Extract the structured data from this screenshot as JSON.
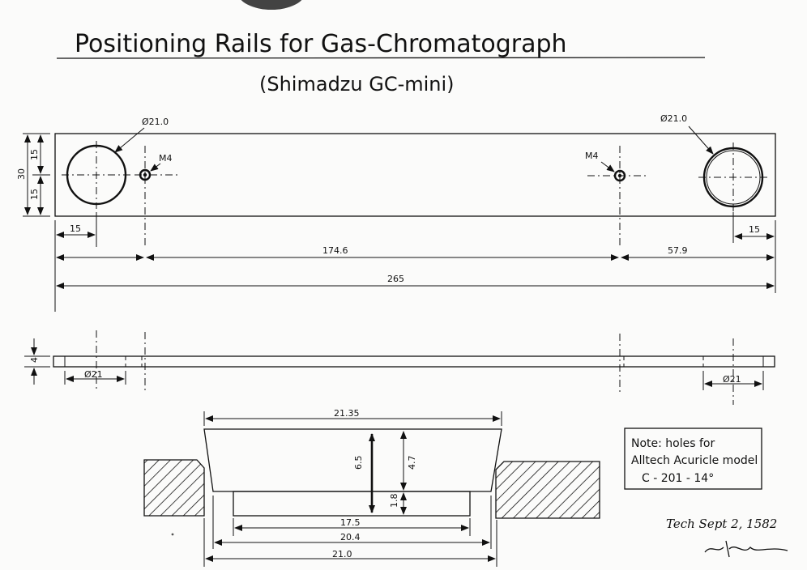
{
  "title": "Positioning Rails for Gas-Chromatograph",
  "subtitle": "(Shimadzu GC-mini)",
  "top_view": {
    "hole_left_dia": "Ø21.0",
    "hole_right_dia": "Ø21.0",
    "thread_left": "M4",
    "thread_right": "M4",
    "height_total": "30",
    "height_upper": "15",
    "height_lower": "15",
    "dim_left_offset": "15",
    "dim_right_offset": "15",
    "dim_between_threads": "174.6",
    "dim_right_segment": "57.9",
    "dim_overall_length": "265"
  },
  "side_view": {
    "thickness": "4",
    "counterbore_left": "Ø21",
    "counterbore_right": "Ø21"
  },
  "section": {
    "top_width": "21.35",
    "depth_total": "6.5",
    "depth_upper": "4.7",
    "depth_lower": "1.8",
    "inner_width": "17.5",
    "mid_width": "20.4",
    "bottom_width": "21.0"
  },
  "note": {
    "line1": "Note: holes for",
    "line2": "Alltech Acuricle model",
    "line3": "C - 201 - 14°"
  },
  "signature": {
    "date": "Tech Sept 2, 1582"
  }
}
